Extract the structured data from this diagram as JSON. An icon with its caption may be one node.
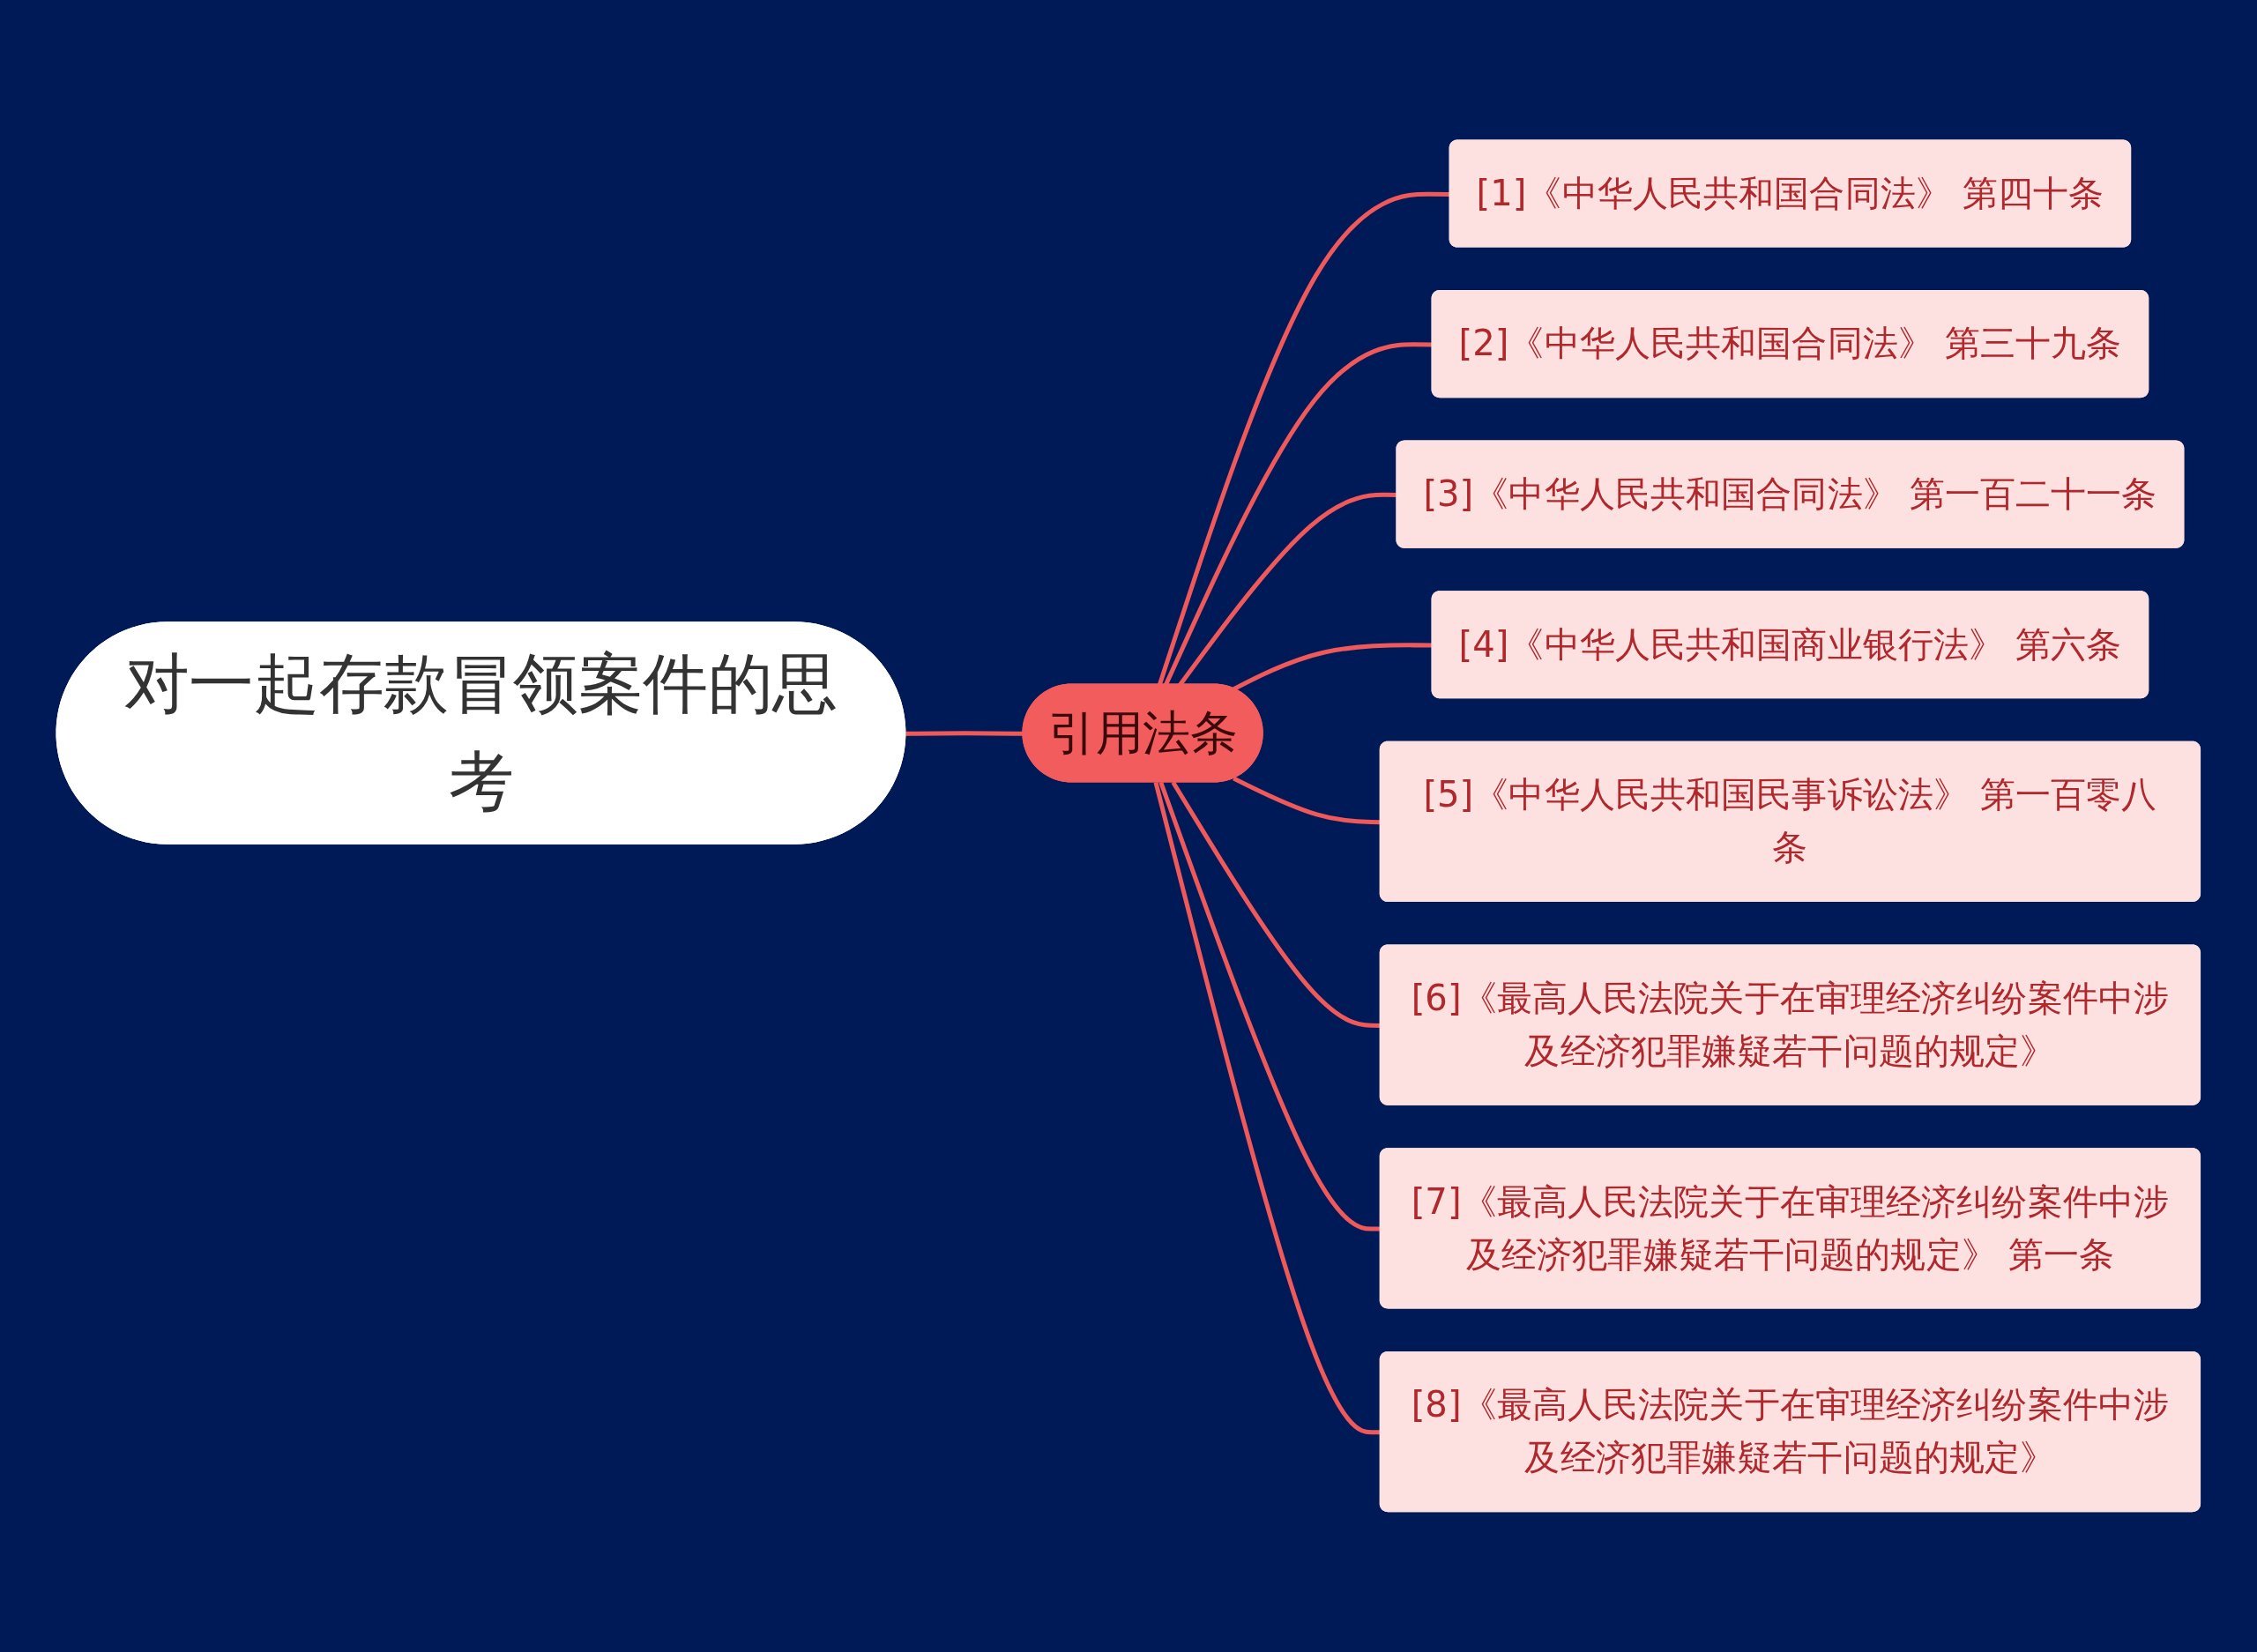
{
  "diagram": {
    "nodes": [
      {
        "text": [
          "对一起存款冒领案件的思考"
        ]
      },
      {
        "text": [
          "引用法条"
        ]
      },
      {
        "text": [
          "[1]《中华人民共和国合同法》 第四十条"
        ]
      },
      {
        "text": [
          "[2]《中华人民共和国合同法》 第三十九条"
        ]
      },
      {
        "text": [
          "[3]《中华人民共和国合同法》 第一百二十一条"
        ]
      },
      {
        "text": [
          "[4]《中华人民共和国商业银行法》 第六条"
        ]
      },
      {
        "text": [
          "[5]《中华人民共和国民事诉讼法》 第一百零八条"
        ]
      },
      {
        "text": [
          "[6]《最高人民法院关于在审理经济纠纷案件中涉及经济犯罪嫌疑若干问题的规定》"
        ]
      },
      {
        "text": [
          "[7]《最高人民法院关于在审理经济纠纷案件中涉及经济犯罪嫌疑若干问题的规定》 第一条"
        ]
      },
      {
        "text": [
          "[8]《最高人民法院关于在审理经济纠纷案件中涉及经济犯罪嫌疑若干问题的规定》"
        ]
      }
    ],
    "edges": [
      {
        "from": 0,
        "to": 1,
        "arrow": "none"
      },
      {
        "from": 1,
        "to": 2,
        "arrow": "none"
      },
      {
        "from": 1,
        "to": 3,
        "arrow": "none"
      },
      {
        "from": 1,
        "to": 4,
        "arrow": "none"
      },
      {
        "from": 1,
        "to": 5,
        "arrow": "none"
      },
      {
        "from": 1,
        "to": 6,
        "arrow": "none"
      },
      {
        "from": 1,
        "to": 7,
        "arrow": "none"
      },
      {
        "from": 1,
        "to": 8,
        "arrow": "none"
      },
      {
        "from": 1,
        "to": 9,
        "arrow": "none"
      }
    ]
  }
}
